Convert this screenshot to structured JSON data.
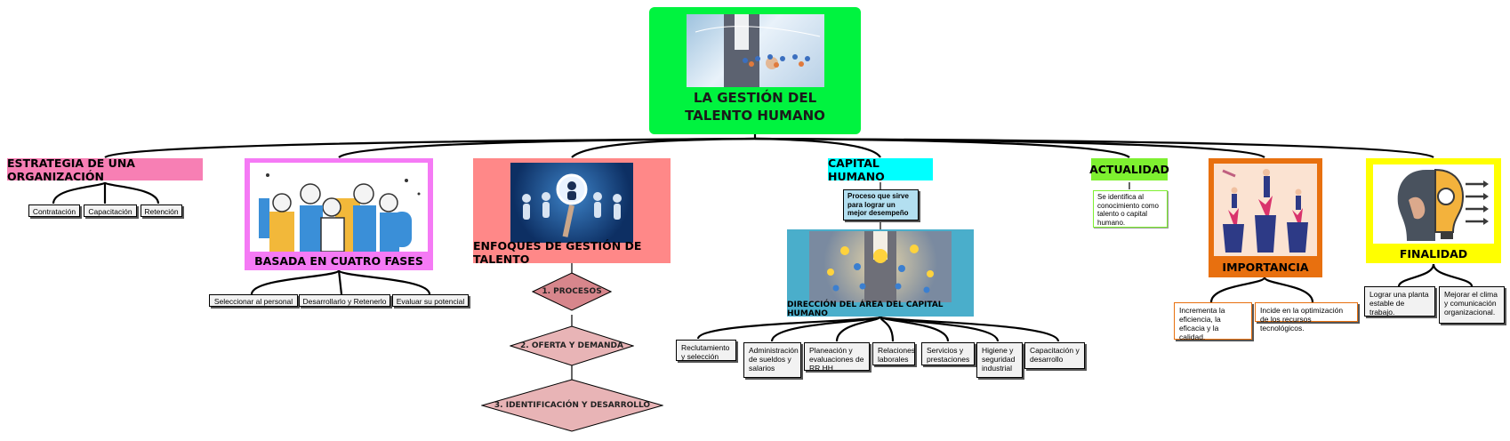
{
  "colors": {
    "root": "#00f33f",
    "estrategia": "#f77fb4",
    "fases": "#f57af5",
    "enfoques": "#ff8888",
    "capital": "#00ffff",
    "direccion": "#4aaecb",
    "actualidad": "#7ef030",
    "importancia": "#e8700f",
    "finalidad": "#ffff00",
    "diamond1": "#d7868c",
    "diamond_light": "#e8b4b6"
  },
  "root": {
    "title": "LA GESTIÓN DEL TALENTO HUMANO",
    "image": "business-network-image"
  },
  "estrategia": {
    "title": "ESTRATEGIA DE UNA ORGANIZACIÓN",
    "items": [
      "Contratación",
      "Capacitación",
      "Retención"
    ]
  },
  "fases": {
    "title": "BASADA EN CUATRO FASES",
    "image": "team-people-illustration",
    "items": [
      "Seleccionar al personal",
      "Desarrollarlo y Retenerlo",
      "Evaluar su potencial"
    ]
  },
  "enfoques": {
    "title": "ENFOQUES DE GESTIÓN DE TALENTO",
    "image": "magnifier-people-image",
    "steps": [
      "1. PROCESOS",
      "2. OFERTA Y DEMANDA",
      "3. IDENTIFICACIÓN Y DESARROLLO"
    ]
  },
  "capital": {
    "title": "CAPITAL HUMANO",
    "note": "Proceso que sirve para  lograr un mejor desempeño",
    "direccion_title": "DIRECCIÓN DEL ÁREA DEL CAPITAL HUMANO",
    "image": "hr-network-image",
    "items": [
      "Reclutamiento y selección",
      "Administración de sueldos y salarios",
      "Planeación y evaluaciones de RR.HH",
      "Relaciones laborales",
      "Servicios y prestaciones",
      "Higiene y seguridad industrial",
      "Capacitación y desarrollo"
    ]
  },
  "actualidad": {
    "title": "ACTUALIDAD",
    "note": "Se identifica al conocimiento como talento o capital humano."
  },
  "importancia": {
    "title": "IMPORTANCIA",
    "image": "plants-people-illustration",
    "items": [
      "Incrementa la eficiencia, la eficacia y la calidad.",
      "Incide en la optimización de los recursos tecnológicos."
    ]
  },
  "finalidad": {
    "title": "FINALIDAD",
    "image": "head-bulb-gear-icon",
    "items": [
      "Lograr una planta estable de trabajo.",
      "Mejorar el clima y comunicación organizacional."
    ]
  }
}
